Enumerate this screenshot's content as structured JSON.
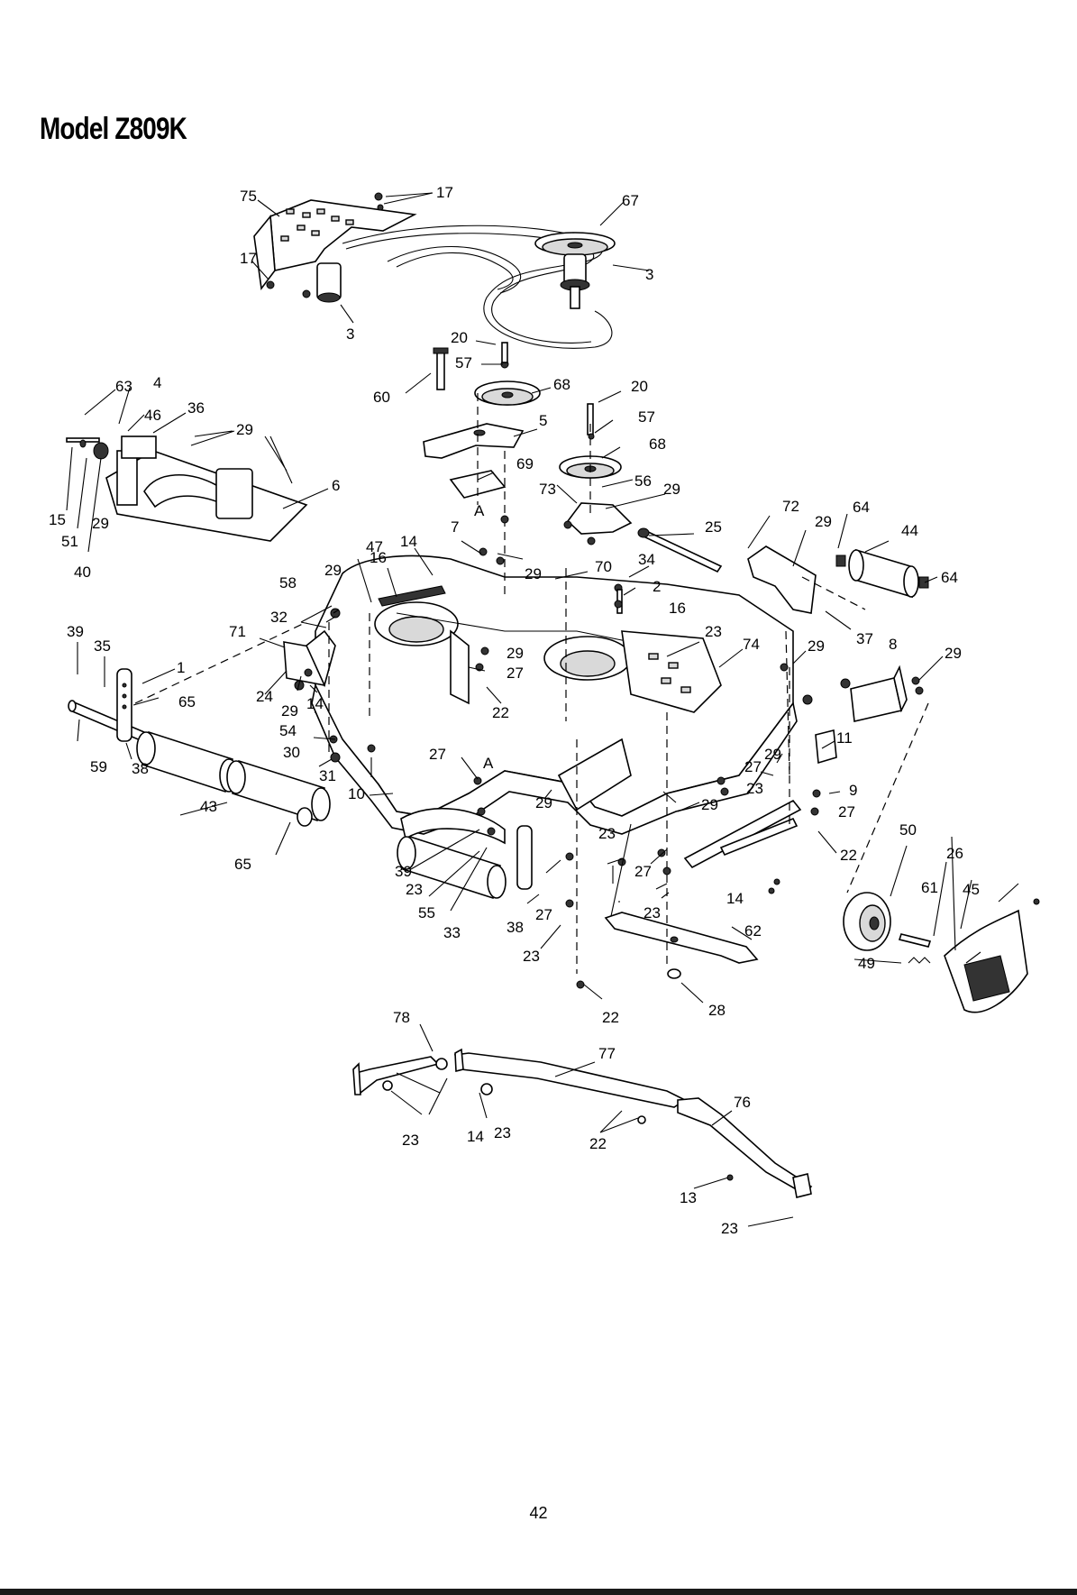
{
  "title": "Model Z809K",
  "page_number": "42",
  "callouts": [
    {
      "id": "c75",
      "label": "75"
    },
    {
      "id": "c17a",
      "label": "17"
    },
    {
      "id": "c67",
      "label": "67"
    },
    {
      "id": "c17b",
      "label": "17"
    },
    {
      "id": "c3a",
      "label": "3"
    },
    {
      "id": "c3b",
      "label": "3"
    },
    {
      "id": "c20a",
      "label": "20"
    },
    {
      "id": "c57a",
      "label": "57"
    },
    {
      "id": "c60",
      "label": "60"
    },
    {
      "id": "c68a",
      "label": "68"
    },
    {
      "id": "c20b",
      "label": "20"
    },
    {
      "id": "c57b",
      "label": "57"
    },
    {
      "id": "c5",
      "label": "5"
    },
    {
      "id": "c68b",
      "label": "68"
    },
    {
      "id": "c69",
      "label": "69"
    },
    {
      "id": "cA1",
      "label": "A"
    },
    {
      "id": "c56",
      "label": "56"
    },
    {
      "id": "c73",
      "label": "73"
    },
    {
      "id": "c29a",
      "label": "29"
    },
    {
      "id": "c63",
      "label": "63"
    },
    {
      "id": "c4",
      "label": "4"
    },
    {
      "id": "c46",
      "label": "46"
    },
    {
      "id": "c36",
      "label": "36"
    },
    {
      "id": "c29b",
      "label": "29"
    },
    {
      "id": "c6",
      "label": "6"
    },
    {
      "id": "c15",
      "label": "15"
    },
    {
      "id": "c29c",
      "label": "29"
    },
    {
      "id": "c51",
      "label": "51"
    },
    {
      "id": "c40",
      "label": "40"
    },
    {
      "id": "c25",
      "label": "25"
    },
    {
      "id": "c72",
      "label": "72"
    },
    {
      "id": "c29d",
      "label": "29"
    },
    {
      "id": "c64a",
      "label": "64"
    },
    {
      "id": "c44",
      "label": "44"
    },
    {
      "id": "c64b",
      "label": "64"
    },
    {
      "id": "c37",
      "label": "37"
    },
    {
      "id": "c7",
      "label": "7"
    },
    {
      "id": "c14a",
      "label": "14"
    },
    {
      "id": "c47",
      "label": "47"
    },
    {
      "id": "c16a",
      "label": "16"
    },
    {
      "id": "c29e",
      "label": "29"
    },
    {
      "id": "c29f",
      "label": "29"
    },
    {
      "id": "c70",
      "label": "70"
    },
    {
      "id": "c34",
      "label": "34"
    },
    {
      "id": "c2",
      "label": "2"
    },
    {
      "id": "c16b",
      "label": "16"
    },
    {
      "id": "c58",
      "label": "58"
    },
    {
      "id": "c32",
      "label": "32"
    },
    {
      "id": "c71",
      "label": "71"
    },
    {
      "id": "c29g",
      "label": "29"
    },
    {
      "id": "c23a",
      "label": "23"
    },
    {
      "id": "c74",
      "label": "74"
    },
    {
      "id": "c29h",
      "label": "29"
    },
    {
      "id": "c8",
      "label": "8"
    },
    {
      "id": "c29i",
      "label": "29"
    },
    {
      "id": "c39a",
      "label": "39"
    },
    {
      "id": "c35",
      "label": "35"
    },
    {
      "id": "c1",
      "label": "1"
    },
    {
      "id": "c65a",
      "label": "65"
    },
    {
      "id": "c24",
      "label": "24"
    },
    {
      "id": "c29j",
      "label": "29"
    },
    {
      "id": "c14b",
      "label": "14"
    },
    {
      "id": "c27a",
      "label": "27"
    },
    {
      "id": "c22a",
      "label": "22"
    },
    {
      "id": "c54",
      "label": "54"
    },
    {
      "id": "c59",
      "label": "59"
    },
    {
      "id": "c38a",
      "label": "38"
    },
    {
      "id": "c30",
      "label": "30"
    },
    {
      "id": "c31",
      "label": "31"
    },
    {
      "id": "c27b",
      "label": "27"
    },
    {
      "id": "cA2",
      "label": "A"
    },
    {
      "id": "c11",
      "label": "11"
    },
    {
      "id": "c29k",
      "label": "29"
    },
    {
      "id": "c27c",
      "label": "27"
    },
    {
      "id": "c9",
      "label": "9"
    },
    {
      "id": "c43",
      "label": "43"
    },
    {
      "id": "c10",
      "label": "10"
    },
    {
      "id": "c29l",
      "label": "29"
    },
    {
      "id": "c23b",
      "label": "23"
    },
    {
      "id": "c29m",
      "label": "29"
    },
    {
      "id": "c27d",
      "label": "27"
    },
    {
      "id": "c22b",
      "label": "22"
    },
    {
      "id": "c50",
      "label": "50"
    },
    {
      "id": "c65b",
      "label": "65"
    },
    {
      "id": "c39b",
      "label": "39"
    },
    {
      "id": "c23c",
      "label": "23"
    },
    {
      "id": "c23d",
      "label": "23"
    },
    {
      "id": "c27e",
      "label": "27"
    },
    {
      "id": "c26",
      "label": "26"
    },
    {
      "id": "c61",
      "label": "61"
    },
    {
      "id": "c45",
      "label": "45"
    },
    {
      "id": "c55",
      "label": "55"
    },
    {
      "id": "c33",
      "label": "33"
    },
    {
      "id": "c38b",
      "label": "38"
    },
    {
      "id": "c27f",
      "label": "27"
    },
    {
      "id": "c23e",
      "label": "23"
    },
    {
      "id": "c14c",
      "label": "14"
    },
    {
      "id": "c62",
      "label": "62"
    },
    {
      "id": "c23f",
      "label": "23"
    },
    {
      "id": "c49",
      "label": "49"
    },
    {
      "id": "c22c",
      "label": "22"
    },
    {
      "id": "c28",
      "label": "28"
    },
    {
      "id": "c78",
      "label": "78"
    },
    {
      "id": "c77",
      "label": "77"
    },
    {
      "id": "c76",
      "label": "76"
    },
    {
      "id": "c23g",
      "label": "23"
    },
    {
      "id": "c14d",
      "label": "14"
    },
    {
      "id": "c23h",
      "label": "23"
    },
    {
      "id": "c22d",
      "label": "22"
    },
    {
      "id": "c13",
      "label": "13"
    },
    {
      "id": "c23i",
      "label": "23"
    }
  ]
}
